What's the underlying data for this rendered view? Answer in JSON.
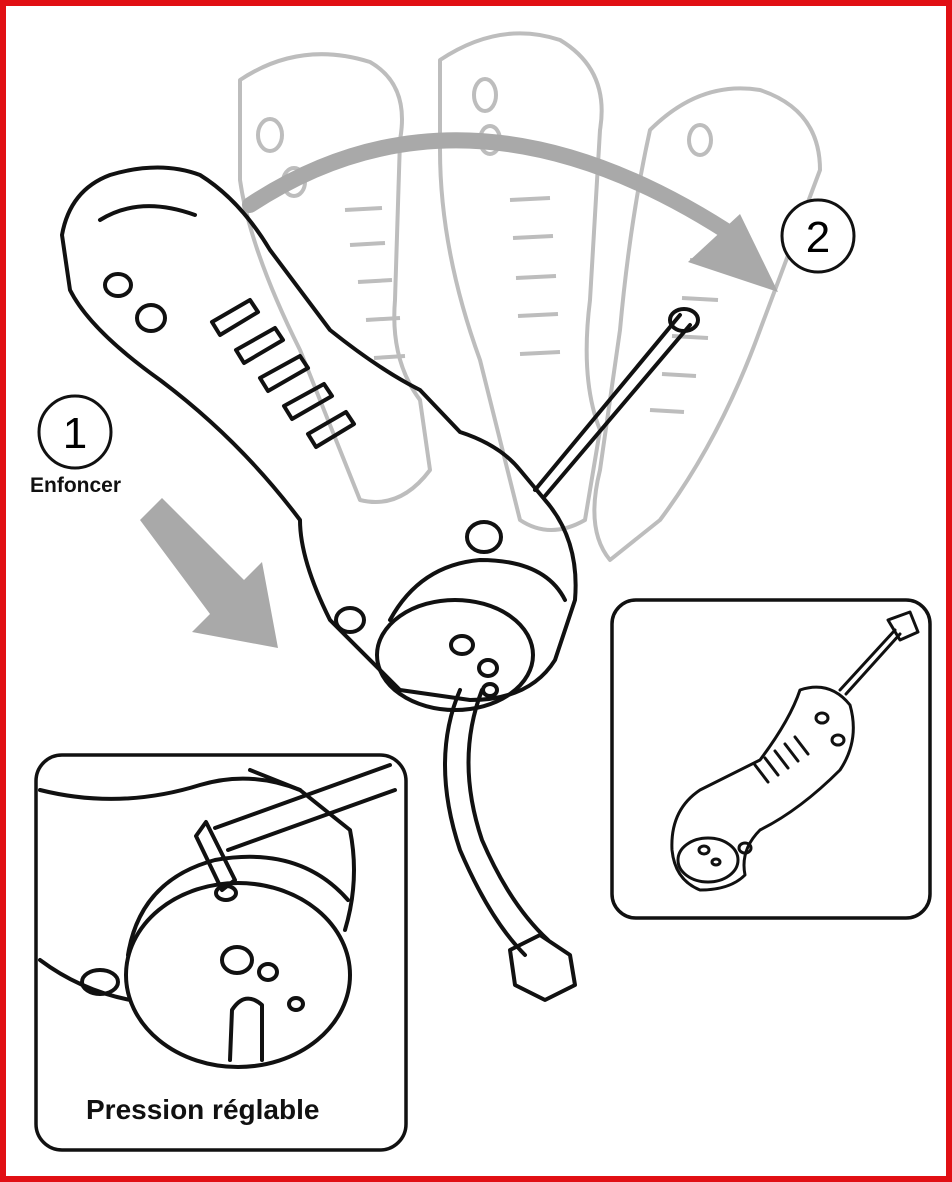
{
  "labels": {
    "step1": "1",
    "step2": "2",
    "enfoncer": "Enfoncer",
    "pression": "Pression réglable"
  },
  "colors": {
    "frame": "#e10f14",
    "line": "#111111",
    "ghost": "#b8b8b8",
    "arrow": "#a9a9a9"
  }
}
